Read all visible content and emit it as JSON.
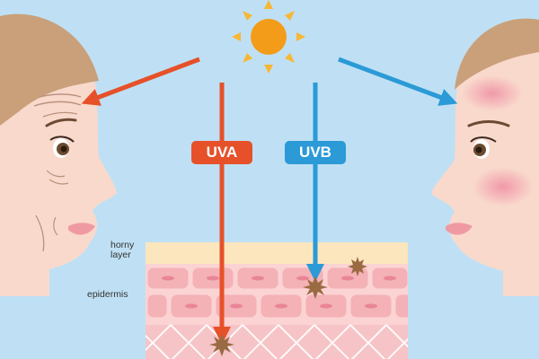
{
  "rays": {
    "uva": {
      "label": "UVA",
      "color": "#e6512a"
    },
    "uvb": {
      "label": "UVB",
      "color": "#2b9ad6"
    }
  },
  "layers": {
    "horny": "horny\nlayer",
    "epidermis": "epidermis"
  },
  "colors": {
    "sky": "#bfe0f4",
    "sun": "#f39c19",
    "skin": "#f9d9cc",
    "hair": "#c9a07a",
    "horny_layer": "#fbe6bd",
    "epidermis_cell": "#f4b1b6",
    "damage_spot": "#9a6a42"
  }
}
